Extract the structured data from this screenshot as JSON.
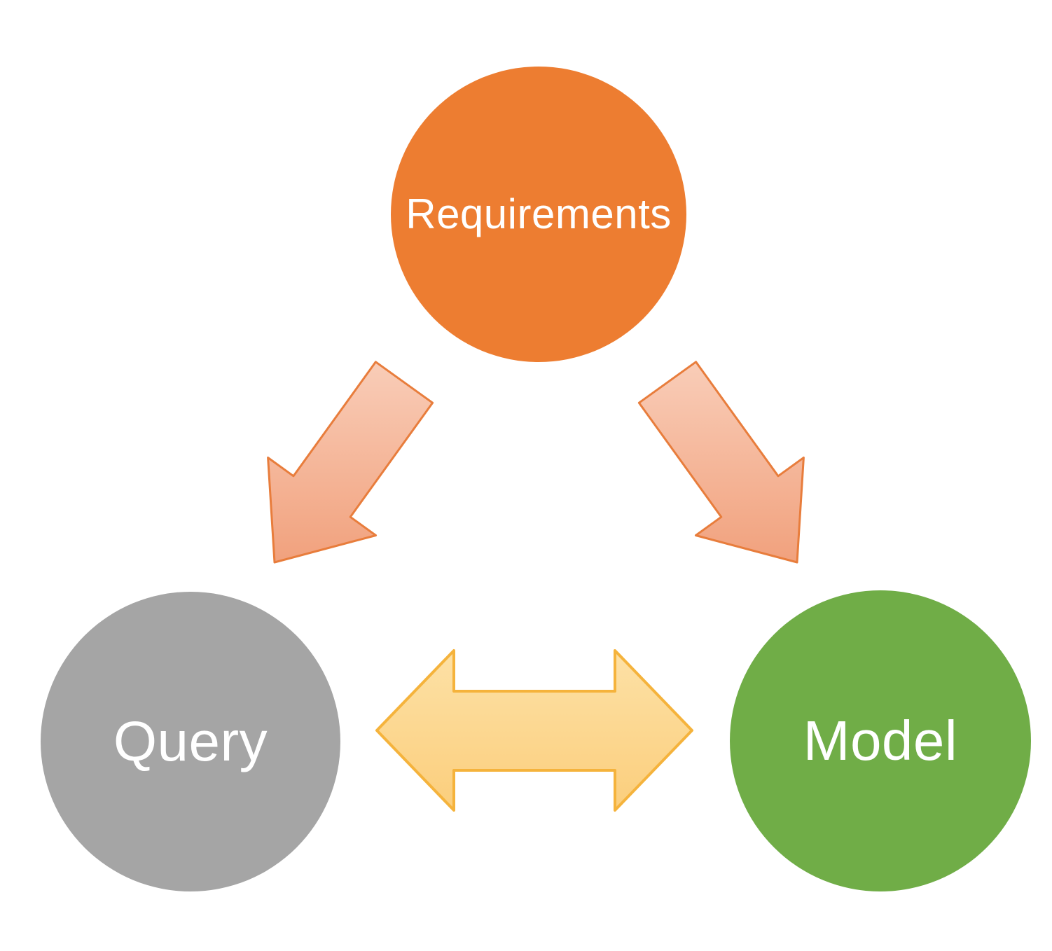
{
  "diagram": {
    "background": "#FFFFFF",
    "nodes": {
      "requirements": {
        "label": "Requirements",
        "fill": "#ED7D31",
        "text_color": "#FFFFFF",
        "shape": "circle"
      },
      "query": {
        "label": "Query",
        "fill": "#A5A5A5",
        "text_color": "#FFFFFF",
        "shape": "circle"
      },
      "model": {
        "label": "Model",
        "fill": "#70AD47",
        "text_color": "#FFFFFF",
        "shape": "circle"
      }
    },
    "connectors": {
      "req_to_query": {
        "type": "block-arrow",
        "direction": "down-left",
        "from": "requirements",
        "to": "query",
        "fill_top": "#F9CDB8",
        "fill_tip": "#F1A17D",
        "stroke": "#E87D3C"
      },
      "req_to_model": {
        "type": "block-arrow",
        "direction": "down-right",
        "from": "requirements",
        "to": "model",
        "fill_top": "#F9CDB8",
        "fill_tip": "#F1A17D",
        "stroke": "#E87D3C"
      },
      "query_model": {
        "type": "double-headed-arrow",
        "direction": "horizontal",
        "from": "query",
        "to": "model",
        "fill_top": "#FDE1A6",
        "fill_bottom": "#FBCE7C",
        "stroke": "#F5B33C"
      }
    }
  }
}
